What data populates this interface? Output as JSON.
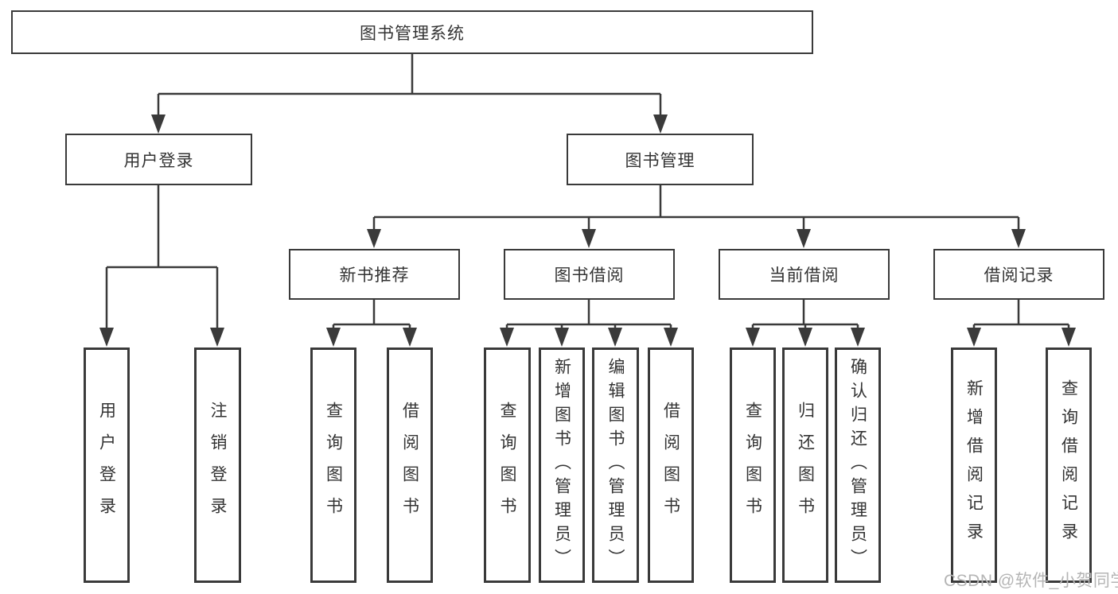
{
  "root": {
    "label": "图书管理系统"
  },
  "level2": [
    {
      "label": "用户登录"
    },
    {
      "label": "图书管理"
    }
  ],
  "level3": [
    {
      "label": "新书推荐"
    },
    {
      "label": "图书借阅"
    },
    {
      "label": "当前借阅"
    },
    {
      "label": "借阅记录"
    }
  ],
  "leaves": {
    "user_login": [
      "用户登录",
      "注销登录"
    ],
    "new_books": [
      "查询图书",
      "借阅图书"
    ],
    "book_borrow": [
      "查询图书",
      "新增图书（管理员）",
      "编辑图书（管理员）",
      "借阅图书"
    ],
    "current_borrow": [
      "查询图书",
      "归还图书",
      "确认归还（管理员）"
    ],
    "borrow_records": [
      "新增借阅记录",
      "查询借阅记录"
    ]
  },
  "watermark": "CSDN @软件_小贺同学",
  "colors": {
    "line": "#3a3a3a",
    "text": "#333333",
    "watermark": "#b5b5b5",
    "bg": "#ffffff"
  }
}
